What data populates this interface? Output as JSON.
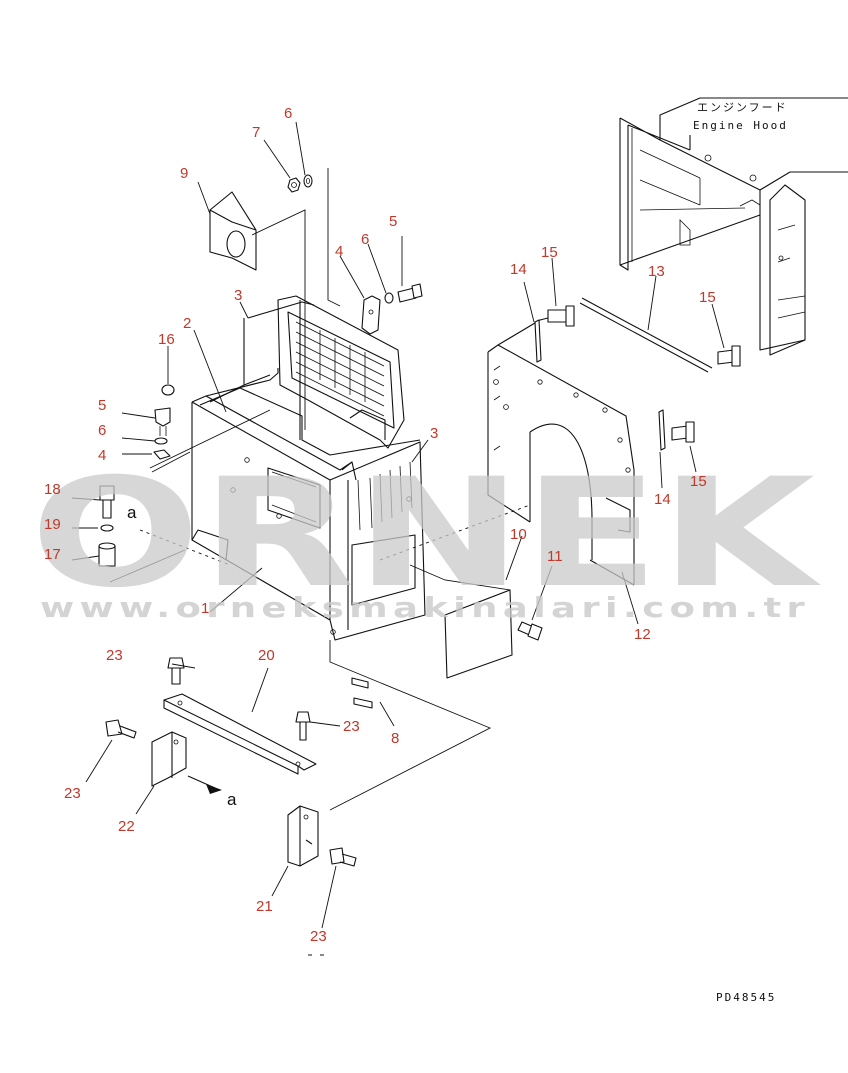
{
  "engine_hood": {
    "jp": "エンジンフード",
    "en": "Engine Hood"
  },
  "drawing_code": "PD48545",
  "watermark": {
    "brand": "ORNEK",
    "url": "www.orneksmakinalari.com.tr"
  },
  "view_marker": "a",
  "callouts": {
    "c1": "1",
    "c2": "2",
    "c3a": "3",
    "c3b": "3",
    "c4a": "4",
    "c4b": "4",
    "c5a": "5",
    "c5b": "5",
    "c6a": "6",
    "c6b": "6",
    "c6c": "6",
    "c7": "7",
    "c8": "8",
    "c9": "9",
    "c10": "10",
    "c11": "11",
    "c12": "12",
    "c13": "13",
    "c14a": "14",
    "c14b": "14",
    "c15a": "15",
    "c15b": "15",
    "c15c": "15",
    "c16": "16",
    "c17": "17",
    "c18": "18",
    "c19": "19",
    "c20": "20",
    "c21": "21",
    "c22": "22",
    "c23a": "23",
    "c23b": "23",
    "c23c": "23",
    "c23d": "23"
  },
  "colors": {
    "callout": "#c0392b",
    "line": "#111111",
    "watermark": "#c9c9c9"
  }
}
